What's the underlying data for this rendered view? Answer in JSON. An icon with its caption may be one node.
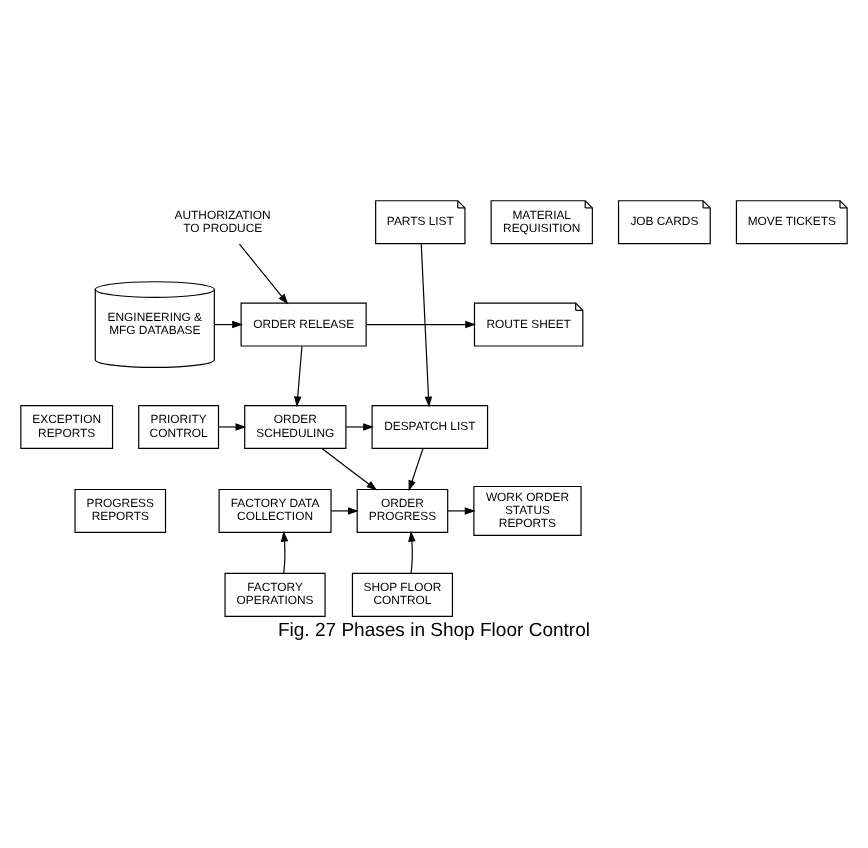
{
  "diagram": {
    "caption": "Fig. 27 Phases in Shop Floor Control",
    "nodes": [
      {
        "text": [
          "ENGINEERING & MFG DATABASE"
        ]
      },
      {
        "text": [
          "AUTHORIZATION TO PRODUCE"
        ]
      },
      {
        "text": [
          "ORDER RELEASE"
        ]
      },
      {
        "text": [
          "ROUTE SHEET"
        ]
      },
      {
        "text": [
          "MATERIAL REQUISITION"
        ]
      },
      {
        "text": [
          "JOB CARDS"
        ]
      },
      {
        "text": [
          "MOVE TICKETS"
        ]
      },
      {
        "text": [
          "PARTS LIST"
        ]
      },
      {
        "text": [
          "PRIORITY CONTROL"
        ]
      },
      {
        "text": [
          "ORDER SCHEDULING"
        ]
      },
      {
        "text": [
          "DESPATCH LIST"
        ]
      },
      {
        "text": [
          "EXCEPTION REPORTS"
        ]
      },
      {
        "text": [
          "PROGRESS REPORTS"
        ]
      },
      {
        "text": [
          "FACTORY DATA COLLECTION"
        ]
      },
      {
        "text": [
          "ORDER PROGRESS"
        ]
      },
      {
        "text": [
          "WORK ORDER STATUS REPORTS"
        ]
      },
      {
        "text": [
          "FACTORY OPERATIONS"
        ]
      },
      {
        "text": [
          "SHOP FLOOR CONTROL"
        ]
      }
    ],
    "edges": [
      {
        "from": 0,
        "to": 2,
        "arrow": "to"
      },
      {
        "from": 1,
        "to": 2,
        "arrow": "to"
      },
      {
        "from": 2,
        "to": 3,
        "arrow": "to"
      },
      {
        "from": 2,
        "to": 9,
        "arrow": "to"
      },
      {
        "from": 7,
        "to": 10,
        "arrow": "to"
      },
      {
        "from": 8,
        "to": 9,
        "arrow": "to"
      },
      {
        "from": 9,
        "to": 10,
        "arrow": "to"
      },
      {
        "from": 9,
        "to": 14,
        "arrow": "to"
      },
      {
        "from": 10,
        "to": 14,
        "arrow": "to"
      },
      {
        "from": 13,
        "to": 14,
        "arrow": "to"
      },
      {
        "from": 14,
        "to": 15,
        "arrow": "to"
      },
      {
        "from": 16,
        "to": 13,
        "arrow": "to"
      },
      {
        "from": 17,
        "to": 14,
        "arrow": "to"
      }
    ]
  }
}
